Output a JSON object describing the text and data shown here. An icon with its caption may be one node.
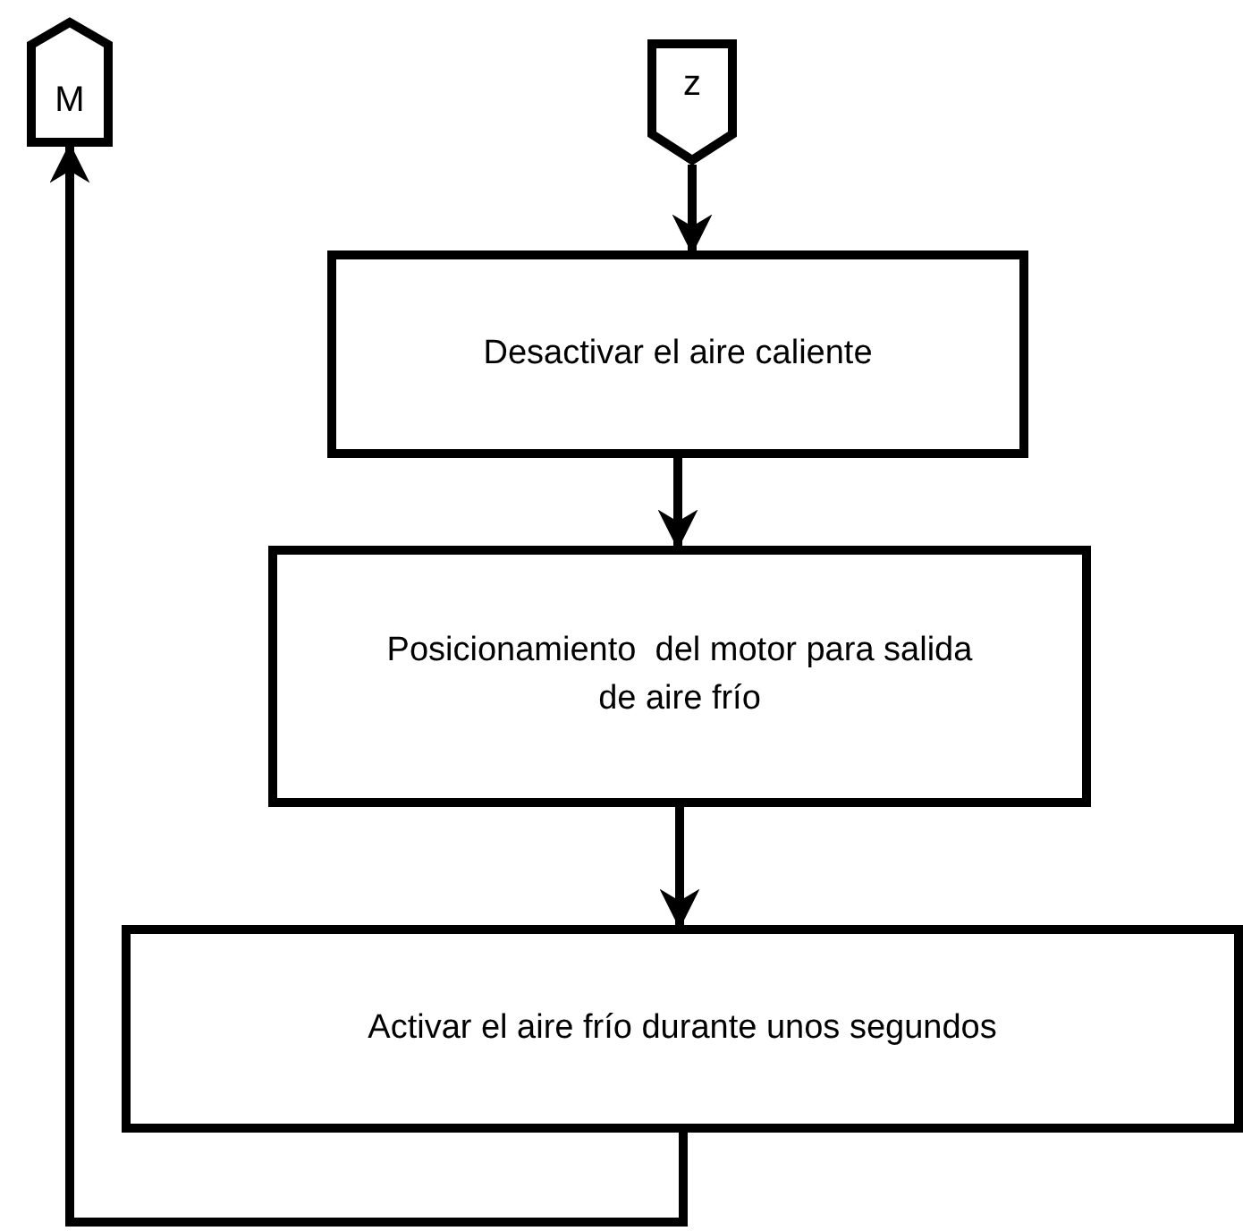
{
  "diagram": {
    "nodes": [
      {
        "text": [
          "M"
        ]
      },
      {
        "text": [
          "z"
        ]
      },
      {
        "text": [
          "Desactivar el aire caliente"
        ]
      },
      {
        "text": [
          "Posicionamiento  del motor para salida de aire frío"
        ]
      },
      {
        "text": [
          "Activar el aire frío durante unos segundos"
        ]
      }
    ],
    "edges": [
      {
        "from": 1,
        "to": 2,
        "arrow": "to"
      },
      {
        "from": 2,
        "to": 3,
        "arrow": "to"
      },
      {
        "from": 3,
        "to": 4,
        "arrow": "to"
      },
      {
        "from": 4,
        "to": 0,
        "arrow": "to"
      }
    ]
  }
}
